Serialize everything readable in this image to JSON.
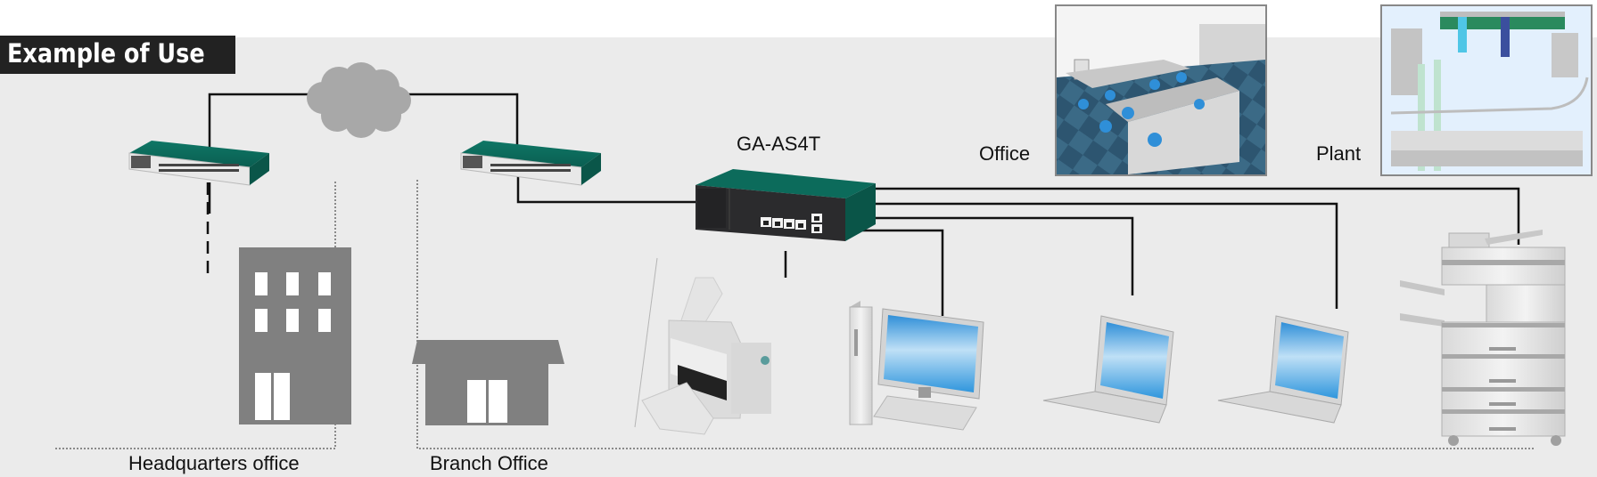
{
  "header": {
    "title": "Example of Use"
  },
  "device": {
    "model_label": "GA-AS4T"
  },
  "scenes": {
    "office_label": "Office",
    "plant_label": "Plant"
  },
  "sites": {
    "headquarters_label": "Headquarters office",
    "branch_label": "Branch Office"
  },
  "icons": {
    "cloud": "cloud-icon",
    "core_switch_hq": "network-switch-icon",
    "switch_branch": "network-switch-icon",
    "ga_as4t": "network-switch-icon",
    "hq_building": "office-building-icon",
    "branch_building": "house-icon",
    "scanner": "scanner-icon",
    "desktop": "desktop-computer-icon",
    "laptop_1": "laptop-icon",
    "laptop_2": "laptop-icon",
    "mfp": "multifunction-printer-icon"
  },
  "colors": {
    "panel_bg": "#ebebeb",
    "title_bg": "#222222",
    "switch_green": "#0b6b5c",
    "building_gray": "#808080",
    "cloud_gray": "#a8a8a8",
    "screen_blue": "#4aa6e4"
  }
}
